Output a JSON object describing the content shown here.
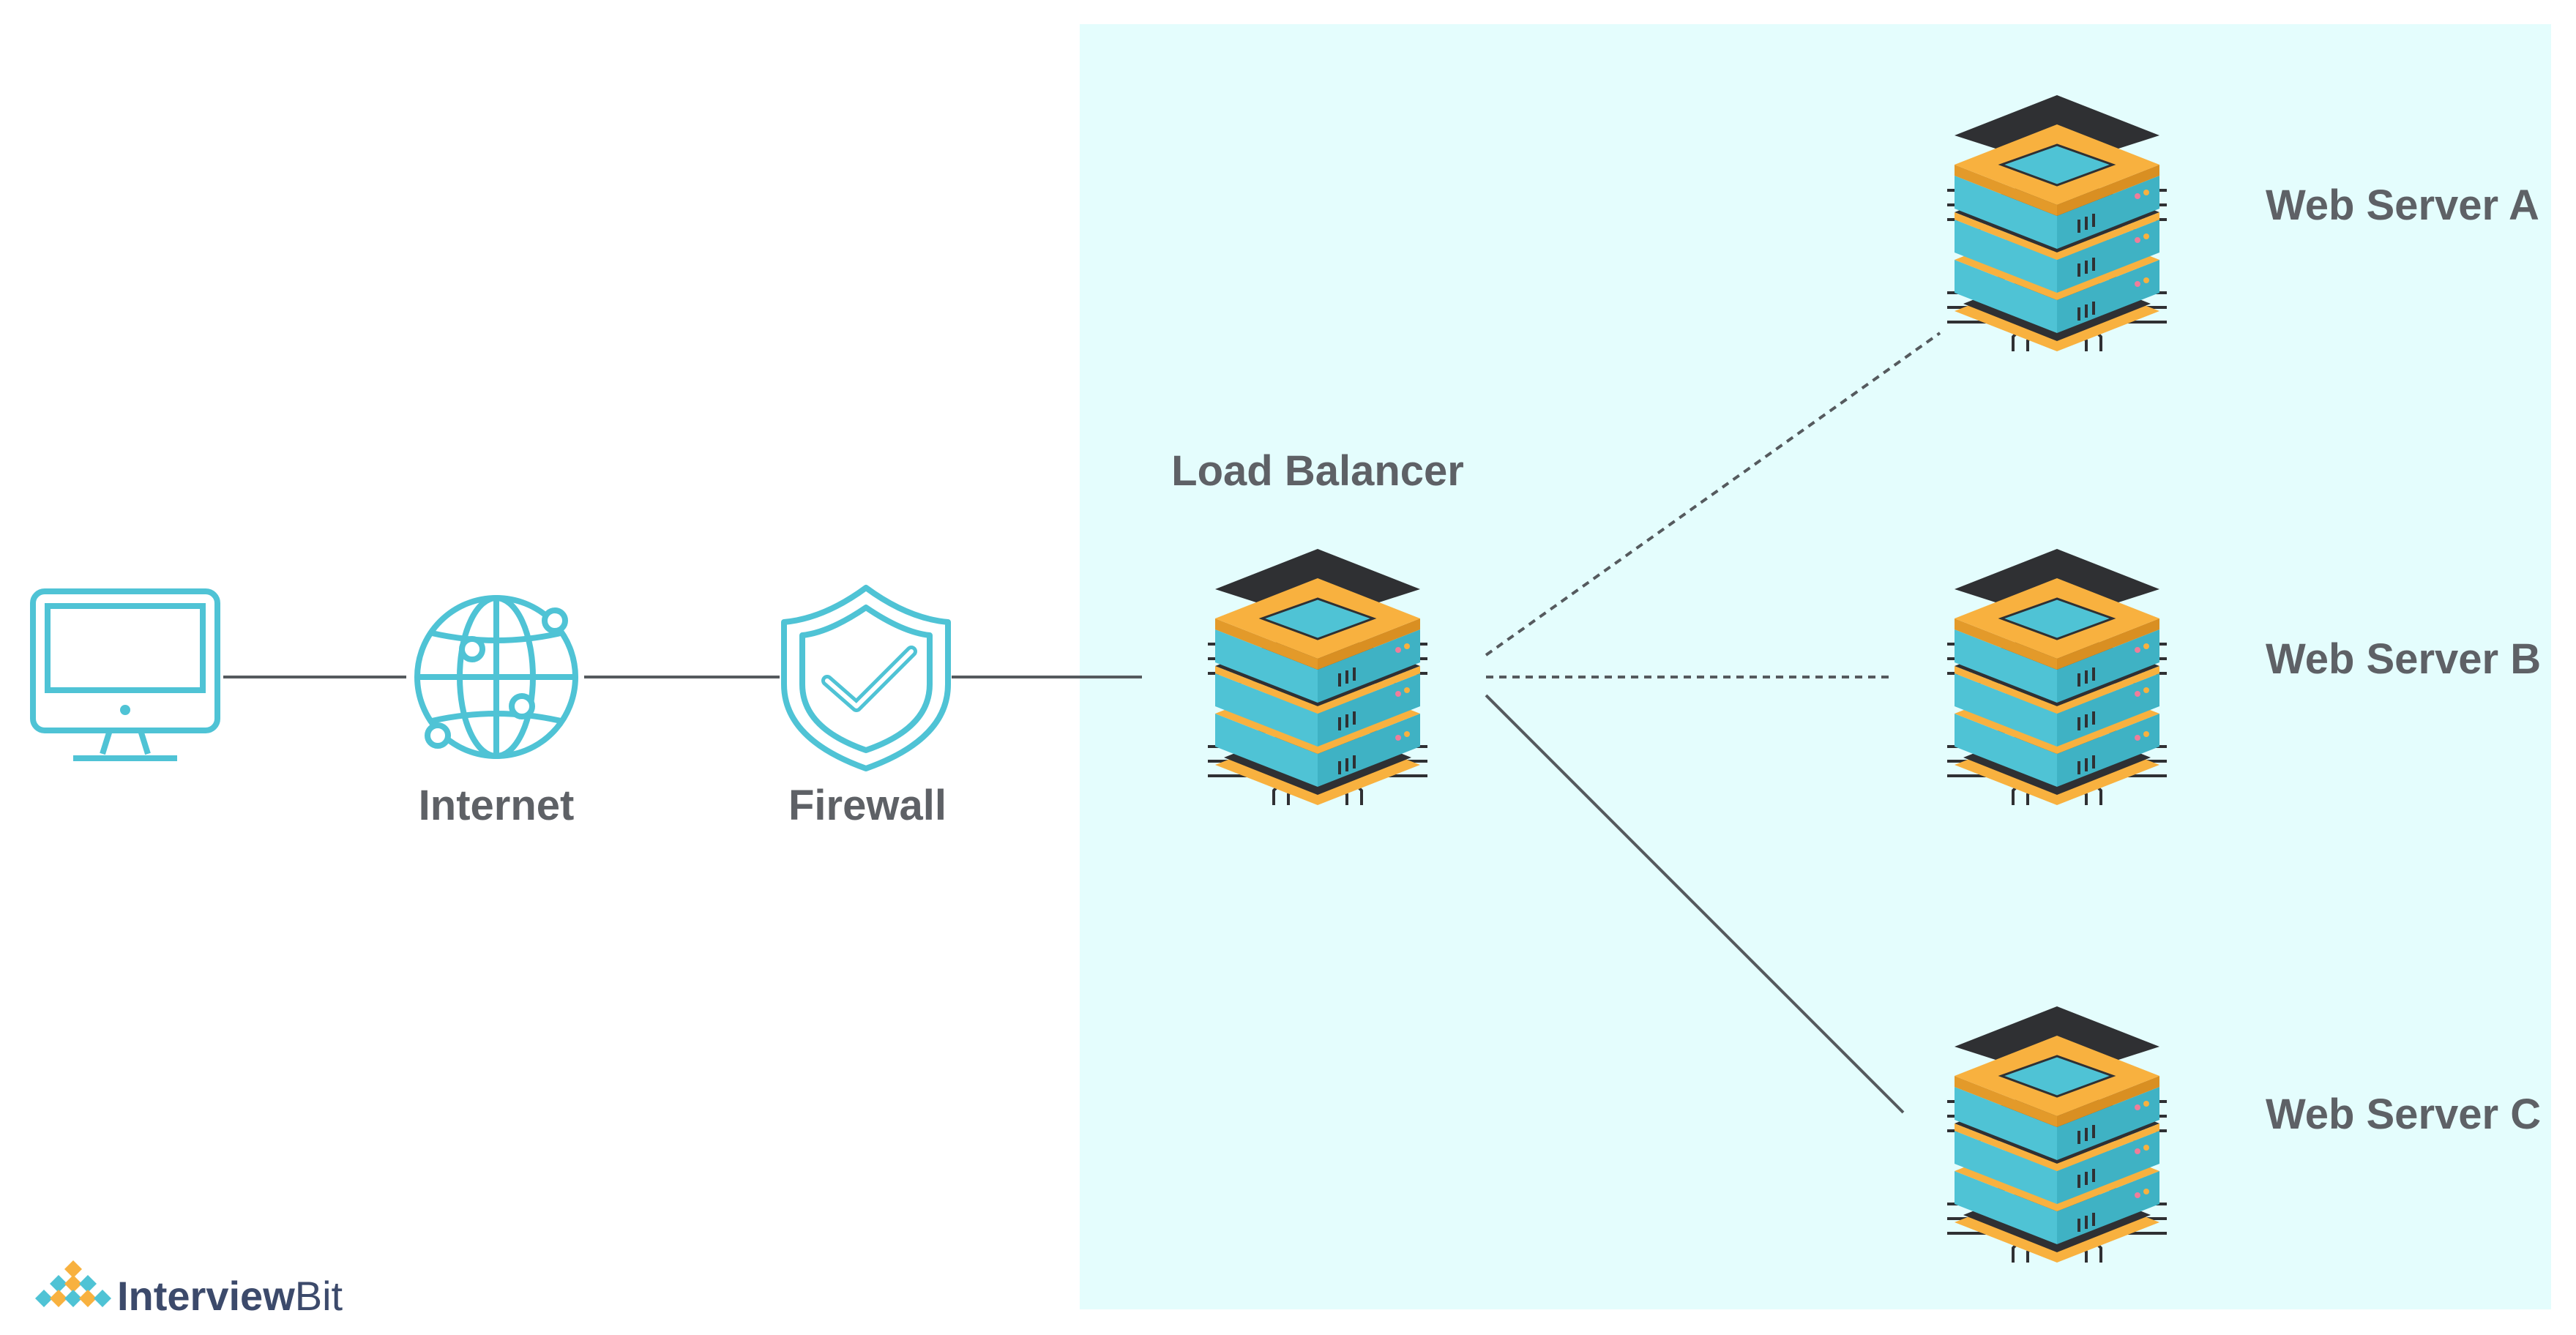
{
  "labels": {
    "internet": "Internet",
    "firewall": "Firewall",
    "load_balancer": "Load Balancer",
    "server_a": "Web Server A",
    "server_b": "Web Server B",
    "server_c": "Web Server C"
  },
  "brand": {
    "name_prefix": "Interview",
    "name_suffix": "Bit"
  },
  "icons": {
    "client": "desktop-computer-icon",
    "internet": "globe-icon",
    "firewall": "shield-check-icon",
    "server": "server-stack-icon",
    "brand": "interviewbit-logo-icon"
  },
  "connections": [
    {
      "from": "client",
      "to": "internet",
      "style": "solid"
    },
    {
      "from": "internet",
      "to": "firewall",
      "style": "solid"
    },
    {
      "from": "firewall",
      "to": "load_balancer",
      "style": "solid"
    },
    {
      "from": "load_balancer",
      "to": "server_a",
      "style": "dashed"
    },
    {
      "from": "load_balancer",
      "to": "server_b",
      "style": "dashed"
    },
    {
      "from": "load_balancer",
      "to": "server_c",
      "style": "solid"
    }
  ],
  "colors": {
    "zone_background": "#e4fdfd",
    "icon_teal": "#4fc3d5",
    "server_orange": "#f8b13f",
    "server_dark": "#2f3033",
    "line": "#555a5e",
    "label": "#5e6166",
    "brand_blue": "#3c4a6b"
  }
}
